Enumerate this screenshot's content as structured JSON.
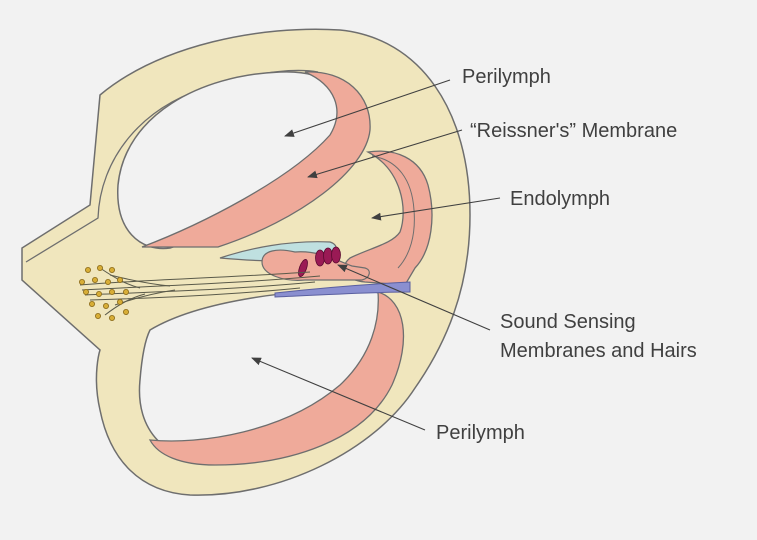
{
  "labels": {
    "perilymph_top": "Perilymph",
    "reissner_membrane": "“Reissner's” Membrane",
    "endolymph": "Endolymph",
    "sound_sensing_line1": "Sound Sensing",
    "sound_sensing_line2": "Membranes and Hairs",
    "perilymph_bottom": "Perilymph"
  },
  "colors": {
    "background": "#f2f2f2",
    "bone": "#f0e6bd",
    "outline": "#6e6e6e",
    "membrane": "#efaa9a",
    "tectorial": "#bfe0e0",
    "basilar": "#8a8fd0",
    "hair_cells": "#9a1a55",
    "nerve_dots": "#d7ad36",
    "leader_lines": "#404040"
  }
}
